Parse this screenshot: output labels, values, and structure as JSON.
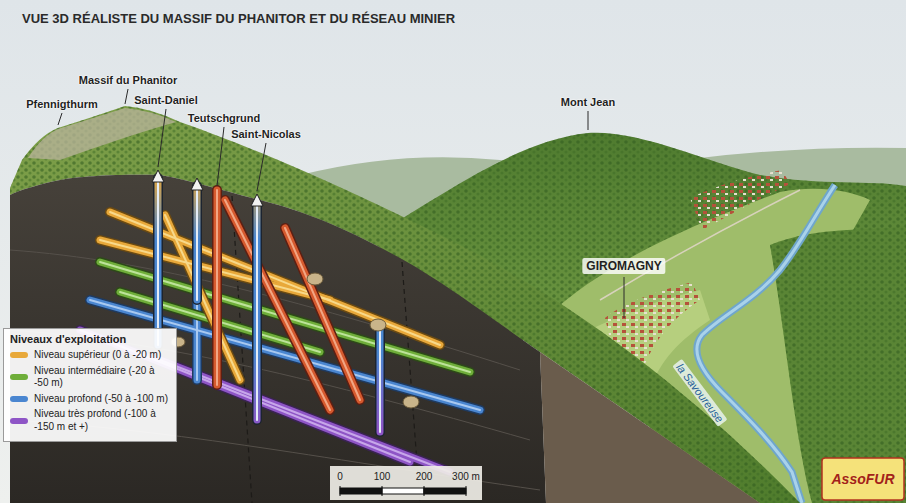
{
  "diagram": {
    "title": "VUE 3D RÉALISTE DU MASSIF DU PHANITOR ET DU RÉSEAU MINIER",
    "labels": [
      "Pfennigthurm",
      "Massif du Phanitor",
      "Saint-Daniel",
      "Teutschgrund",
      "Saint-Nicolas",
      "Mont Jean",
      "GIROMAGNY",
      "la Savoureuse",
      "Niveaux d'exploitation",
      "0",
      "100",
      "200",
      "300 m",
      "AssoFUR"
    ],
    "legend": [
      {
        "text": "Niveau supérieur (0 à -20 m)",
        "color": "#e8a83a"
      },
      {
        "text": "Niveau intermédiaire (-20 à -50 m)",
        "color": "#6fae3a"
      },
      {
        "text": "Niveau profond (-50 à -100 m)",
        "color": "#4a86d0"
      },
      {
        "text": "Niveau très profond (-100 à -150 m et +)",
        "color": "#8e55c6"
      }
    ]
  }
}
